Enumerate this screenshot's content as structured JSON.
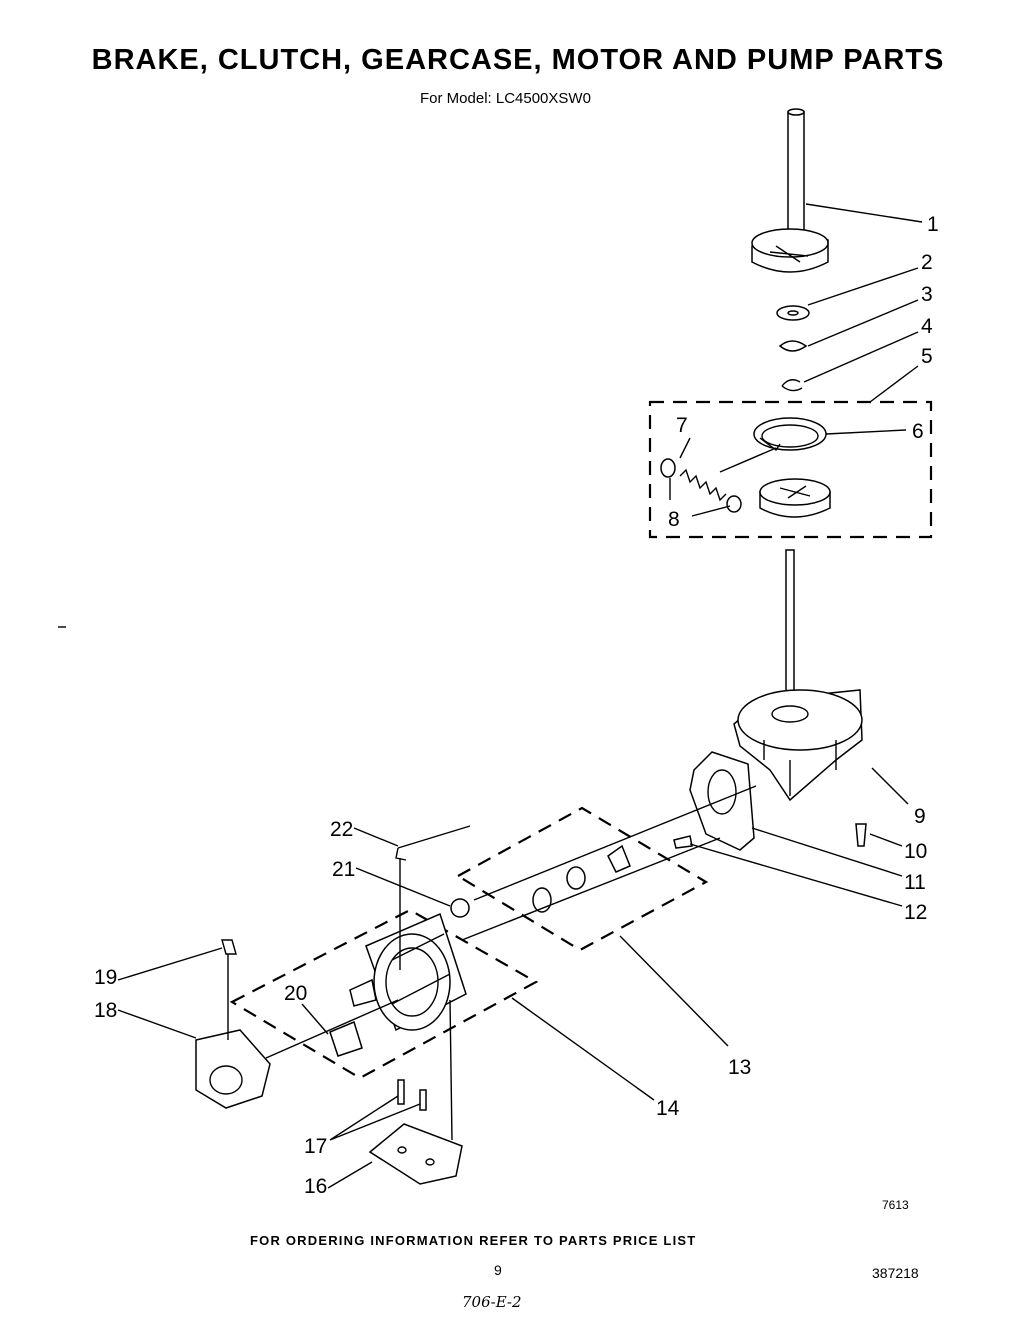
{
  "title": "BRAKE, CLUTCH, GEARCASE, MOTOR AND PUMP PARTS",
  "model_line": "For Model:  LC4500XSW0",
  "footer_note": "FOR ORDERING INFORMATION REFER TO PARTS PRICE LIST",
  "page_number": "9",
  "document_number": "387218",
  "drawing_number": "7613",
  "handwritten_note": "706-E-2",
  "callouts": [
    "1",
    "2",
    "3",
    "4",
    "5",
    "6",
    "7",
    "8",
    "9",
    "10",
    "11",
    "12",
    "13",
    "14",
    "16",
    "17",
    "18",
    "19",
    "20",
    "21",
    "22"
  ]
}
